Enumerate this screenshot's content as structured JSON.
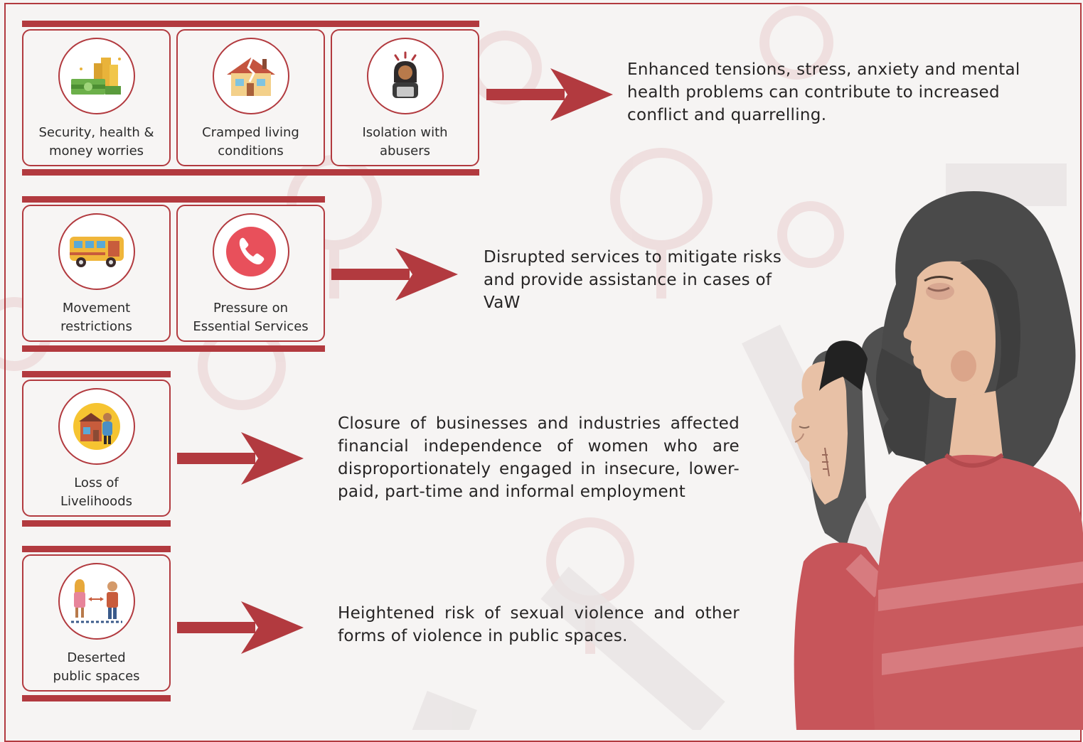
{
  "colors": {
    "accent": "#b23a3f",
    "background": "#f6f4f3",
    "text": "#262424"
  },
  "rows": [
    {
      "causes": [
        {
          "label": "Security, health &\nmoney worries",
          "icon": "money-stack-icon"
        },
        {
          "label": "Cramped living\nconditions",
          "icon": "cracked-house-icon"
        },
        {
          "label": "Isolation with\nabusers",
          "icon": "isolated-woman-icon"
        }
      ],
      "effect": "Enhanced tensions, stress, anxiety and mental health problems can contribute to increased conflict and quarrelling."
    },
    {
      "causes": [
        {
          "label": "Movement\nrestrictions",
          "icon": "bus-icon"
        },
        {
          "label": "Pressure on\nEssential Services",
          "icon": "phone-icon"
        }
      ],
      "effect": "Disrupted services to mitigate risks and provide assistance in cases of VaW"
    },
    {
      "causes": [
        {
          "label": "Loss of\nLivelihoods",
          "icon": "shop-worker-icon"
        }
      ],
      "effect": "Closure of businesses and industries affected financial independence of women who are disproportionately engaged in insecure, lower-paid, part-time and informal employment"
    },
    {
      "causes": [
        {
          "label": "Deserted\npublic spaces",
          "icon": "distanced-people-icon"
        }
      ],
      "effect": "Heightened risk of sexual violence and other forms of violence in public spaces."
    }
  ]
}
